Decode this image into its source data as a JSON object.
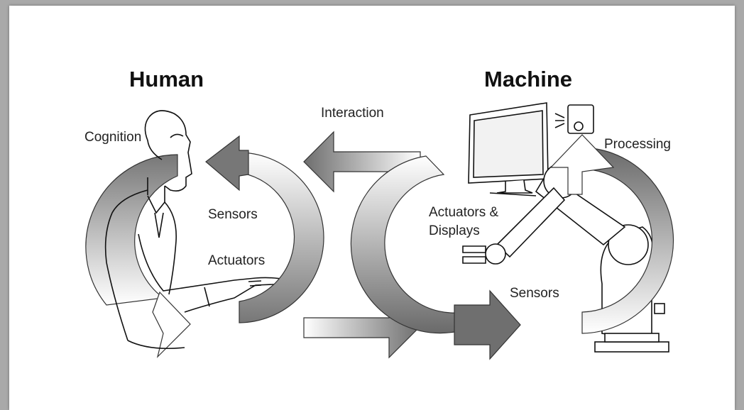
{
  "diagram": {
    "human_title": "Human",
    "machine_title": "Machine",
    "labels": {
      "cognition": "Cognition",
      "interaction": "Interaction",
      "processing": "Processing",
      "human_sensors": "Sensors",
      "human_actuators": "Actuators",
      "machine_actuators_line1": "Actuators &",
      "machine_actuators_line2": "Displays",
      "machine_sensors": "Sensors"
    }
  }
}
